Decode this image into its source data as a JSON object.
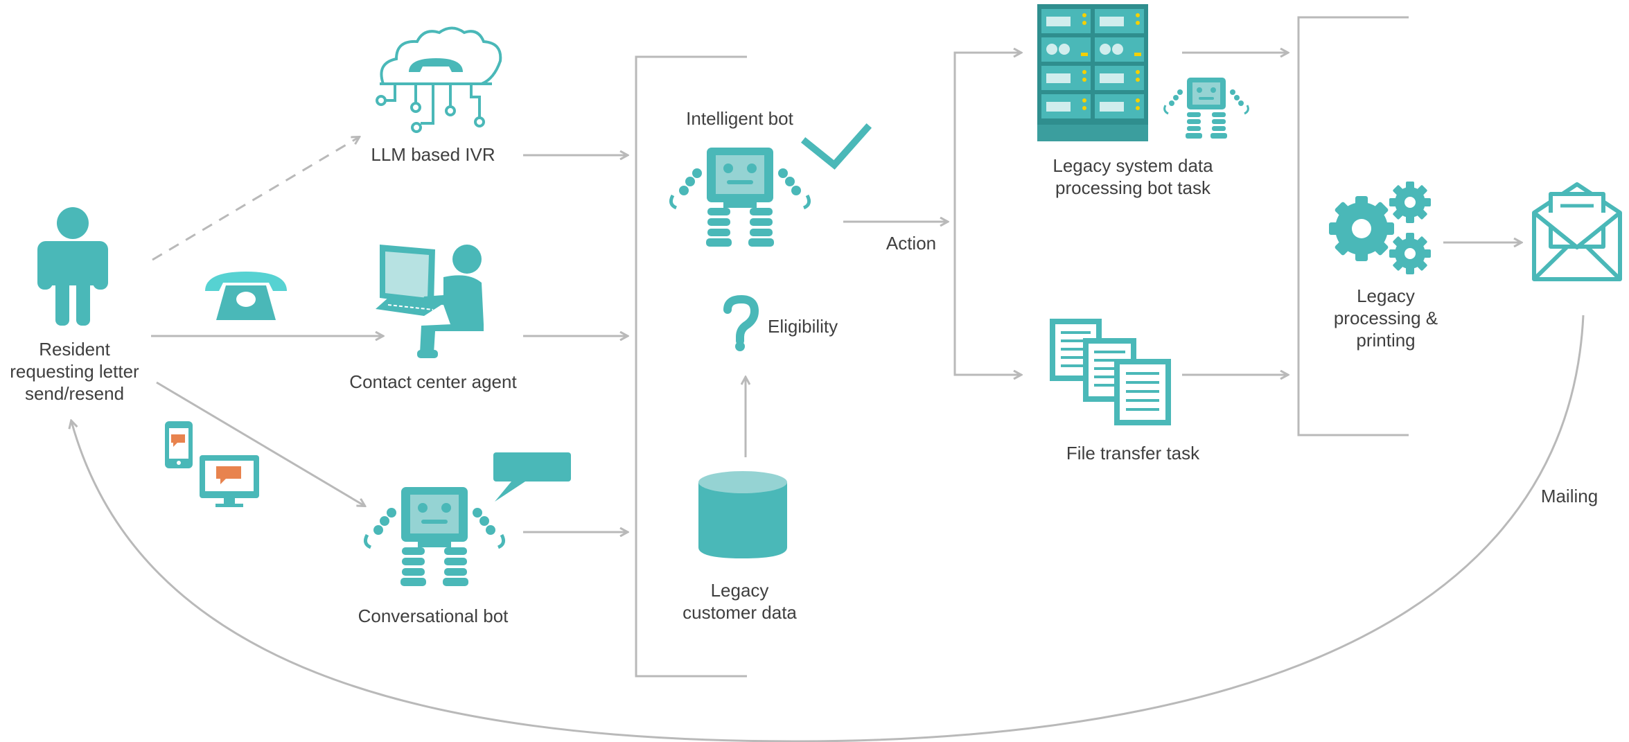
{
  "labels": {
    "resident": "Resident\nrequesting letter\nsend/resend",
    "llm_ivr": "LLM based IVR",
    "contact_agent": "Contact center agent",
    "conversational_bot": "Conversational bot",
    "intelligent_bot": "Intelligent bot",
    "eligibility": "Eligibility",
    "legacy_customer_data": "Legacy\ncustomer data",
    "action": "Action",
    "legacy_system_task": "Legacy system data\nprocessing bot task",
    "file_transfer_task": "File transfer task",
    "legacy_processing": "Legacy\nprocessing &\nprinting",
    "mailing": "Mailing"
  },
  "colors": {
    "teal": "#4ab8b8",
    "teal_light": "#95d3d3",
    "teal_dark": "#2f8e8e",
    "cyan": "#56d2d2",
    "orange": "#e8834e",
    "arrow": "#b9b9b9",
    "text": "#3f3f3f"
  }
}
